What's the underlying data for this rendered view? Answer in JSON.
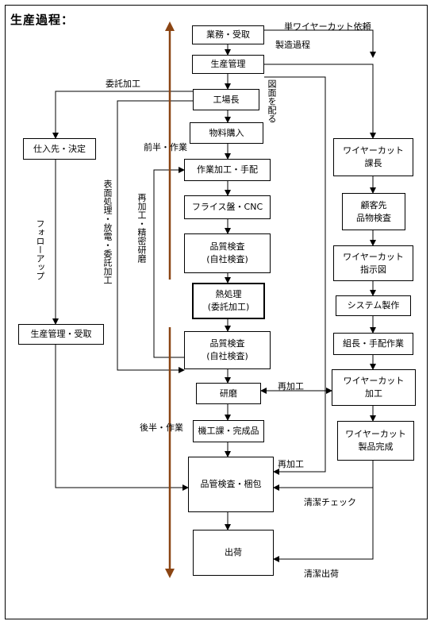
{
  "title": "生産過程：",
  "boxes": {
    "sales": "業務・受取",
    "prod_mgmt": "生産管理",
    "factory_head": "工場長",
    "purchase": "物料購入",
    "work_arrange": "作業加工・手配",
    "milling": "フライス盤・CNC",
    "qc1": "品質検査\n(自社検査)",
    "heat": "熱処理\n(委託加工)",
    "qc2": "品質検査\n(自社検査)",
    "grinding": "研磨",
    "machining_done": "機工課・完成品",
    "final_qc": "品管検査・梱包",
    "ship": "出荷",
    "supplier": "仕入先・決定",
    "prod_mgmt_recv": "生産管理・受取",
    "wc_chief": "ワイヤーカット\n課長",
    "customer_insp": "顧客先\n品物検査",
    "wc_drawing": "ワイヤーカット\n指示図",
    "system": "システム製作",
    "foreman": "組長・手配作業",
    "wc_processing": "ワイヤーカット\n加工",
    "wc_complete": "ワイヤーカット\n製品完成"
  },
  "labels": {
    "wc_request": "単ワイヤーカット依頼",
    "mfg_process": "製造過程",
    "drawing": "図面を配る",
    "outsourcing": "委託加工",
    "first_half": "前半・作業",
    "second_half": "後半・作業",
    "follow_up": "フォローアップ",
    "surface": "表面処理・放電・委託加工",
    "rework_precision": "再加工・精密研磨",
    "rework1": "再加工",
    "rework2": "再加工",
    "clean_check": "清潔チェック",
    "clean_ship": "清潔出荷"
  },
  "colors": {
    "timeline": "#8B4513",
    "line": "#000000"
  }
}
